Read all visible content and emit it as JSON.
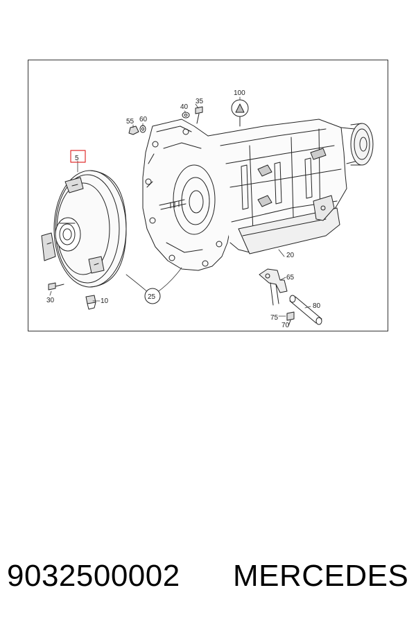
{
  "diagram": {
    "callouts": {
      "c5": "5",
      "c10": "10",
      "c20": "20",
      "c25": "25",
      "c30": "30",
      "c35": "35",
      "c40": "40",
      "c55": "55",
      "c60": "60",
      "c65": "65",
      "c70": "70",
      "c75": "75",
      "c80": "80",
      "c100": "100"
    },
    "highlight_color": "#e03030"
  },
  "footer": {
    "part_number": "9032500002",
    "brand": "MERCEDES"
  }
}
